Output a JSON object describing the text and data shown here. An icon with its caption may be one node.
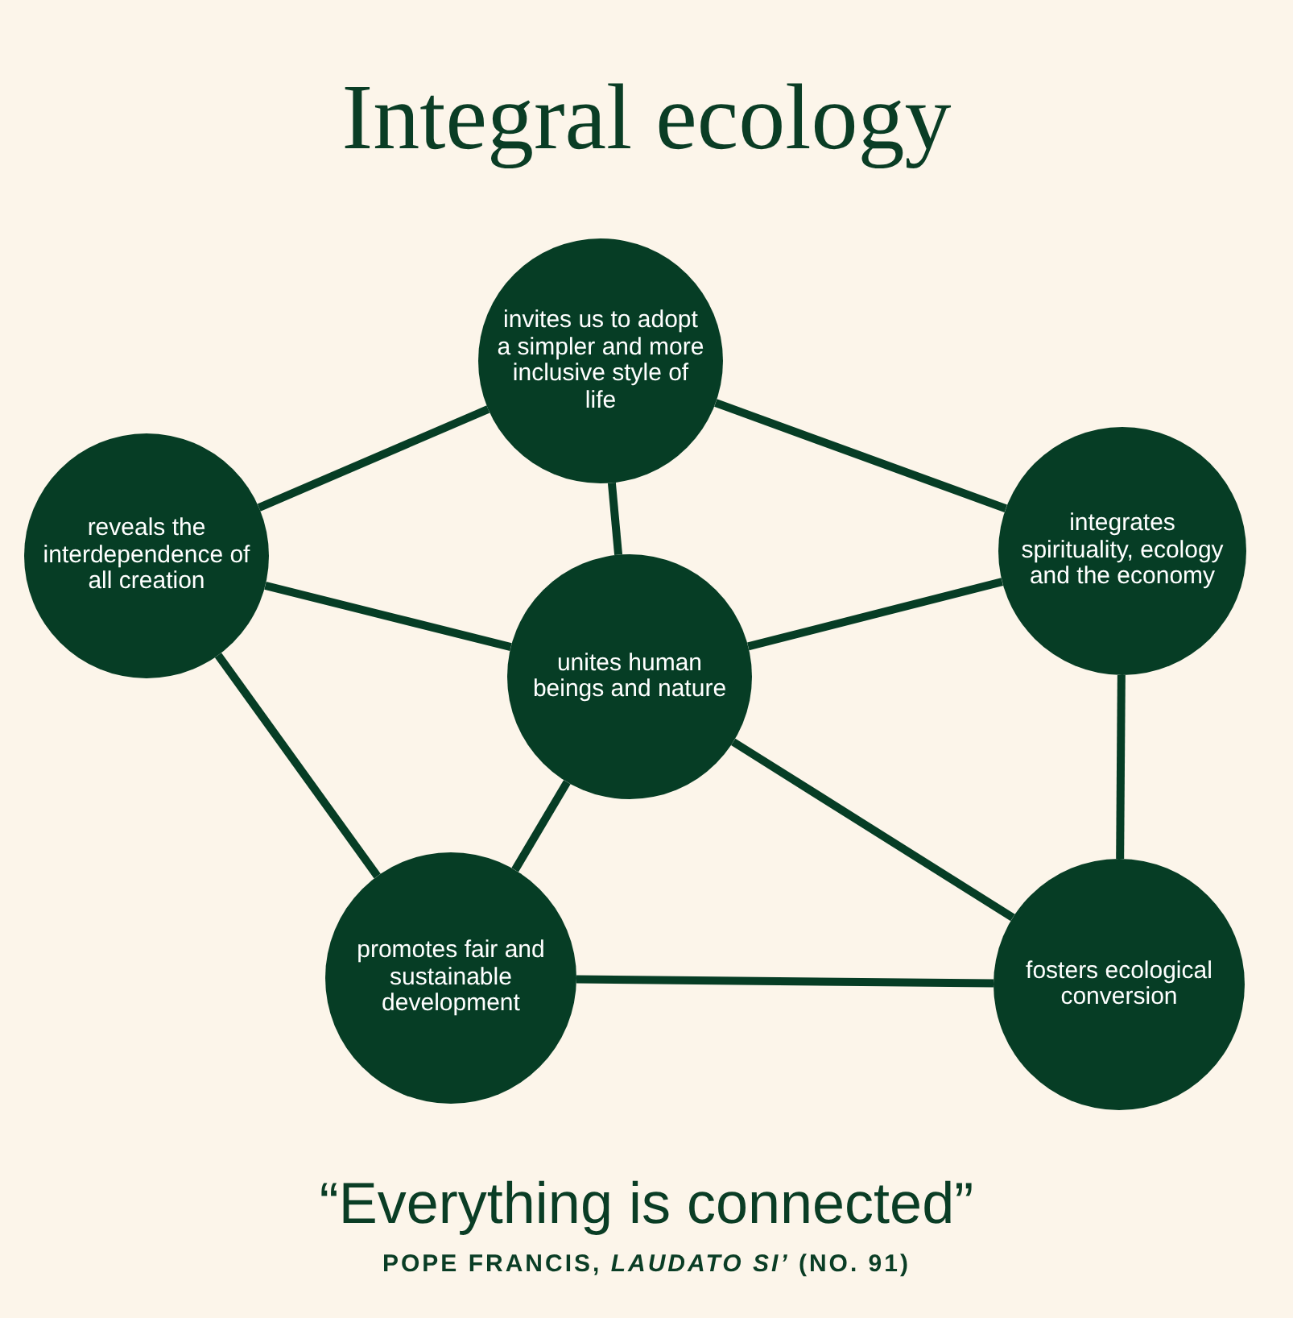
{
  "diagram": {
    "title": "Integral ecology",
    "nodes": [
      {
        "text": [
          "invites us to adopt a simpler and more inclusive style of life"
        ]
      },
      {
        "text": [
          "reveals the interdependence of all creation"
        ]
      },
      {
        "text": [
          "integrates spirituality, ecology and the economy"
        ]
      },
      {
        "text": [
          "unites human beings and nature"
        ]
      },
      {
        "text": [
          "promotes fair and sustainable development"
        ]
      },
      {
        "text": [
          "fosters ecological conversion"
        ]
      }
    ],
    "edges": [
      {
        "from": 1,
        "to": 0,
        "arrow": "none"
      },
      {
        "from": 0,
        "to": 2,
        "arrow": "none"
      },
      {
        "from": 0,
        "to": 3,
        "arrow": "none"
      },
      {
        "from": 1,
        "to": 3,
        "arrow": "none"
      },
      {
        "from": 3,
        "to": 2,
        "arrow": "none"
      },
      {
        "from": 1,
        "to": 4,
        "arrow": "none"
      },
      {
        "from": 3,
        "to": 4,
        "arrow": "none"
      },
      {
        "from": 3,
        "to": 5,
        "arrow": "none"
      },
      {
        "from": 2,
        "to": 5,
        "arrow": "none"
      },
      {
        "from": 4,
        "to": 5,
        "arrow": "none"
      }
    ],
    "caption": "“Everything is connected”",
    "labels": [
      "POPE FRANCIS, *LAUDATO SI’* (NO. 91)"
    ]
  }
}
